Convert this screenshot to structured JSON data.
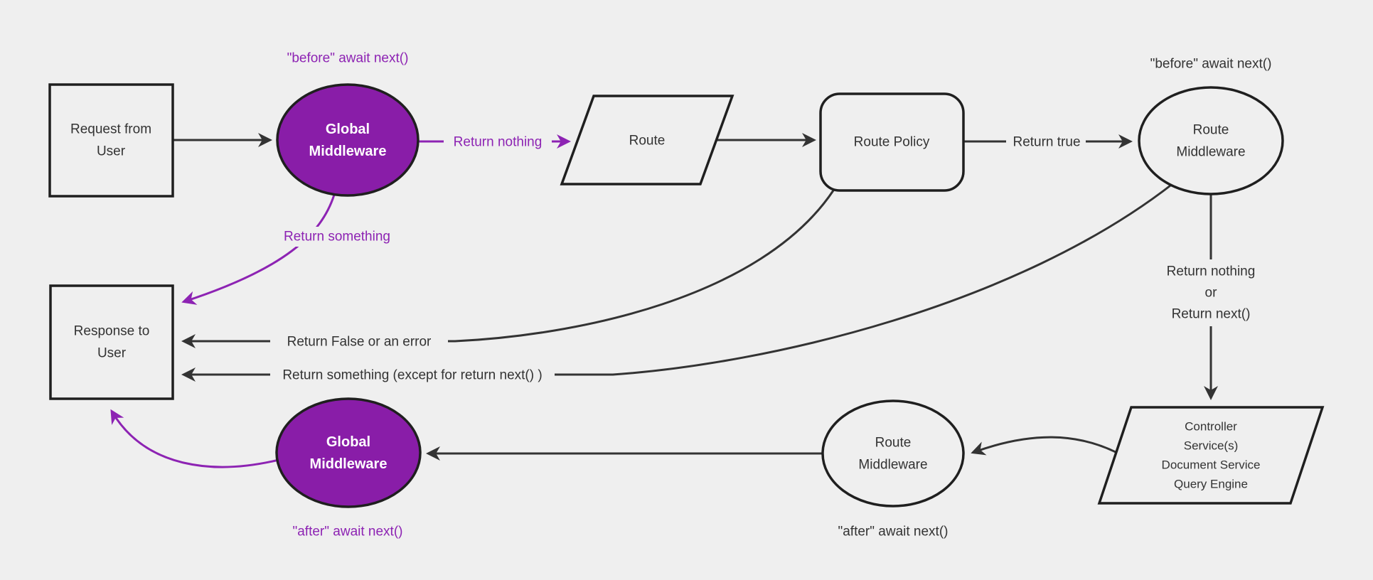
{
  "colors": {
    "background": "#efefef",
    "node_fill": "#efefef",
    "node_stroke": "#1f1f1f",
    "edge_stroke": "#333333",
    "text": "#333333",
    "purple_fill": "#891da8",
    "purple_accent": "#8d23b3",
    "white_text": "#ffffff"
  },
  "nodes": {
    "request": {
      "lines": [
        "Request from",
        "User"
      ]
    },
    "global_middleware_before": {
      "lines": [
        "Global",
        "Middleware"
      ]
    },
    "route": {
      "label": "Route"
    },
    "route_policy": {
      "label": "Route Policy"
    },
    "route_middleware_before": {
      "lines": [
        "Route",
        "Middleware"
      ]
    },
    "controller_services": {
      "lines": [
        "Controller",
        "Service(s)",
        "Document Service",
        "Query Engine"
      ]
    },
    "route_middleware_after": {
      "lines": [
        "Route",
        "Middleware"
      ]
    },
    "global_middleware_after": {
      "lines": [
        "Global",
        "Middleware"
      ]
    },
    "response": {
      "lines": [
        "Response to",
        "User"
      ]
    }
  },
  "edge_labels": {
    "return_nothing": "Return nothing",
    "return_true": "Return true",
    "return_something": "Return something",
    "return_false_or_error": "Return False or an error",
    "return_something_except": "Return something (except for return next() )",
    "return_nothing_or_next": [
      "Return nothing",
      "or",
      "Return next()"
    ]
  },
  "annotations": {
    "before_await_global": "\"before\" await next()",
    "before_await_route": "\"before\" await next()",
    "after_await_global": "\"after\" await next()",
    "after_await_route": "\"after\" await next()"
  }
}
